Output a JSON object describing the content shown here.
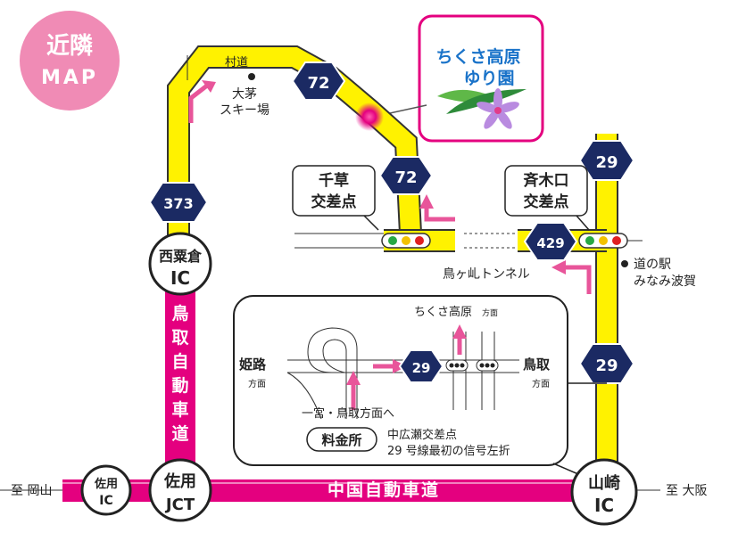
{
  "badge": {
    "line1": "近隣",
    "line2": "MAP"
  },
  "logo": {
    "line1": "ちくさ高原",
    "line2": "ゆり園"
  },
  "places": {
    "murado": "村道",
    "daibo_line1": "大茅",
    "daibo_line2": "スキー場",
    "chikusa_kousaten_line1": "千草",
    "chikusa_kousaten_line2": "交差点",
    "saikiguchi_line1": "斉木口",
    "saikiguchi_line2": "交差点",
    "tunnel": "鳥ヶ乢トンネル",
    "michinoeki_line1": "道の駅",
    "michinoeki_line2": "みなみ波賀",
    "to_okayama": "至 岡山",
    "to_osaka": "至 大阪"
  },
  "routes": {
    "r72_top": "72",
    "r72_mid": "72",
    "r373": "373",
    "r29_top": "29",
    "r429": "429",
    "r29_bottom": "29",
    "r29_inset": "29"
  },
  "ics": {
    "nishiawakura_line1": "西粟倉",
    "nishiawakura_line2": "IC",
    "sayo_ic_line1": "佐用",
    "sayo_ic_line2": "IC",
    "sayo_jct_line1": "佐用",
    "sayo_jct_line2": "JCT",
    "yamasaki_line1": "山崎",
    "yamasaki_line2": "IC"
  },
  "expressways": {
    "tottori": [
      "鳥",
      "取",
      "自",
      "動",
      "車",
      "道"
    ],
    "chugoku": "中国自動車道"
  },
  "inset": {
    "himeji": "姫路",
    "himeji_dir": "方面",
    "tottori": "鳥取",
    "tottori_dir": "方面",
    "chikusa_dir_main": "ちくさ高原",
    "chikusa_dir_suffix": "方面",
    "ichinomiya": "一宮・鳥取方面へ",
    "tollgate": "料金所",
    "note_line1": "中広瀬交差点",
    "note_line2": "29 号線最初の信号左折"
  },
  "colors": {
    "road_yellow": "#fff200",
    "expressway_magenta": "#e4007f",
    "arrow_pink": "#e8559a",
    "shield_navy": "#1b2a63",
    "badge_pink": "#f08bb5",
    "logo_blue": "#1a73c9"
  }
}
